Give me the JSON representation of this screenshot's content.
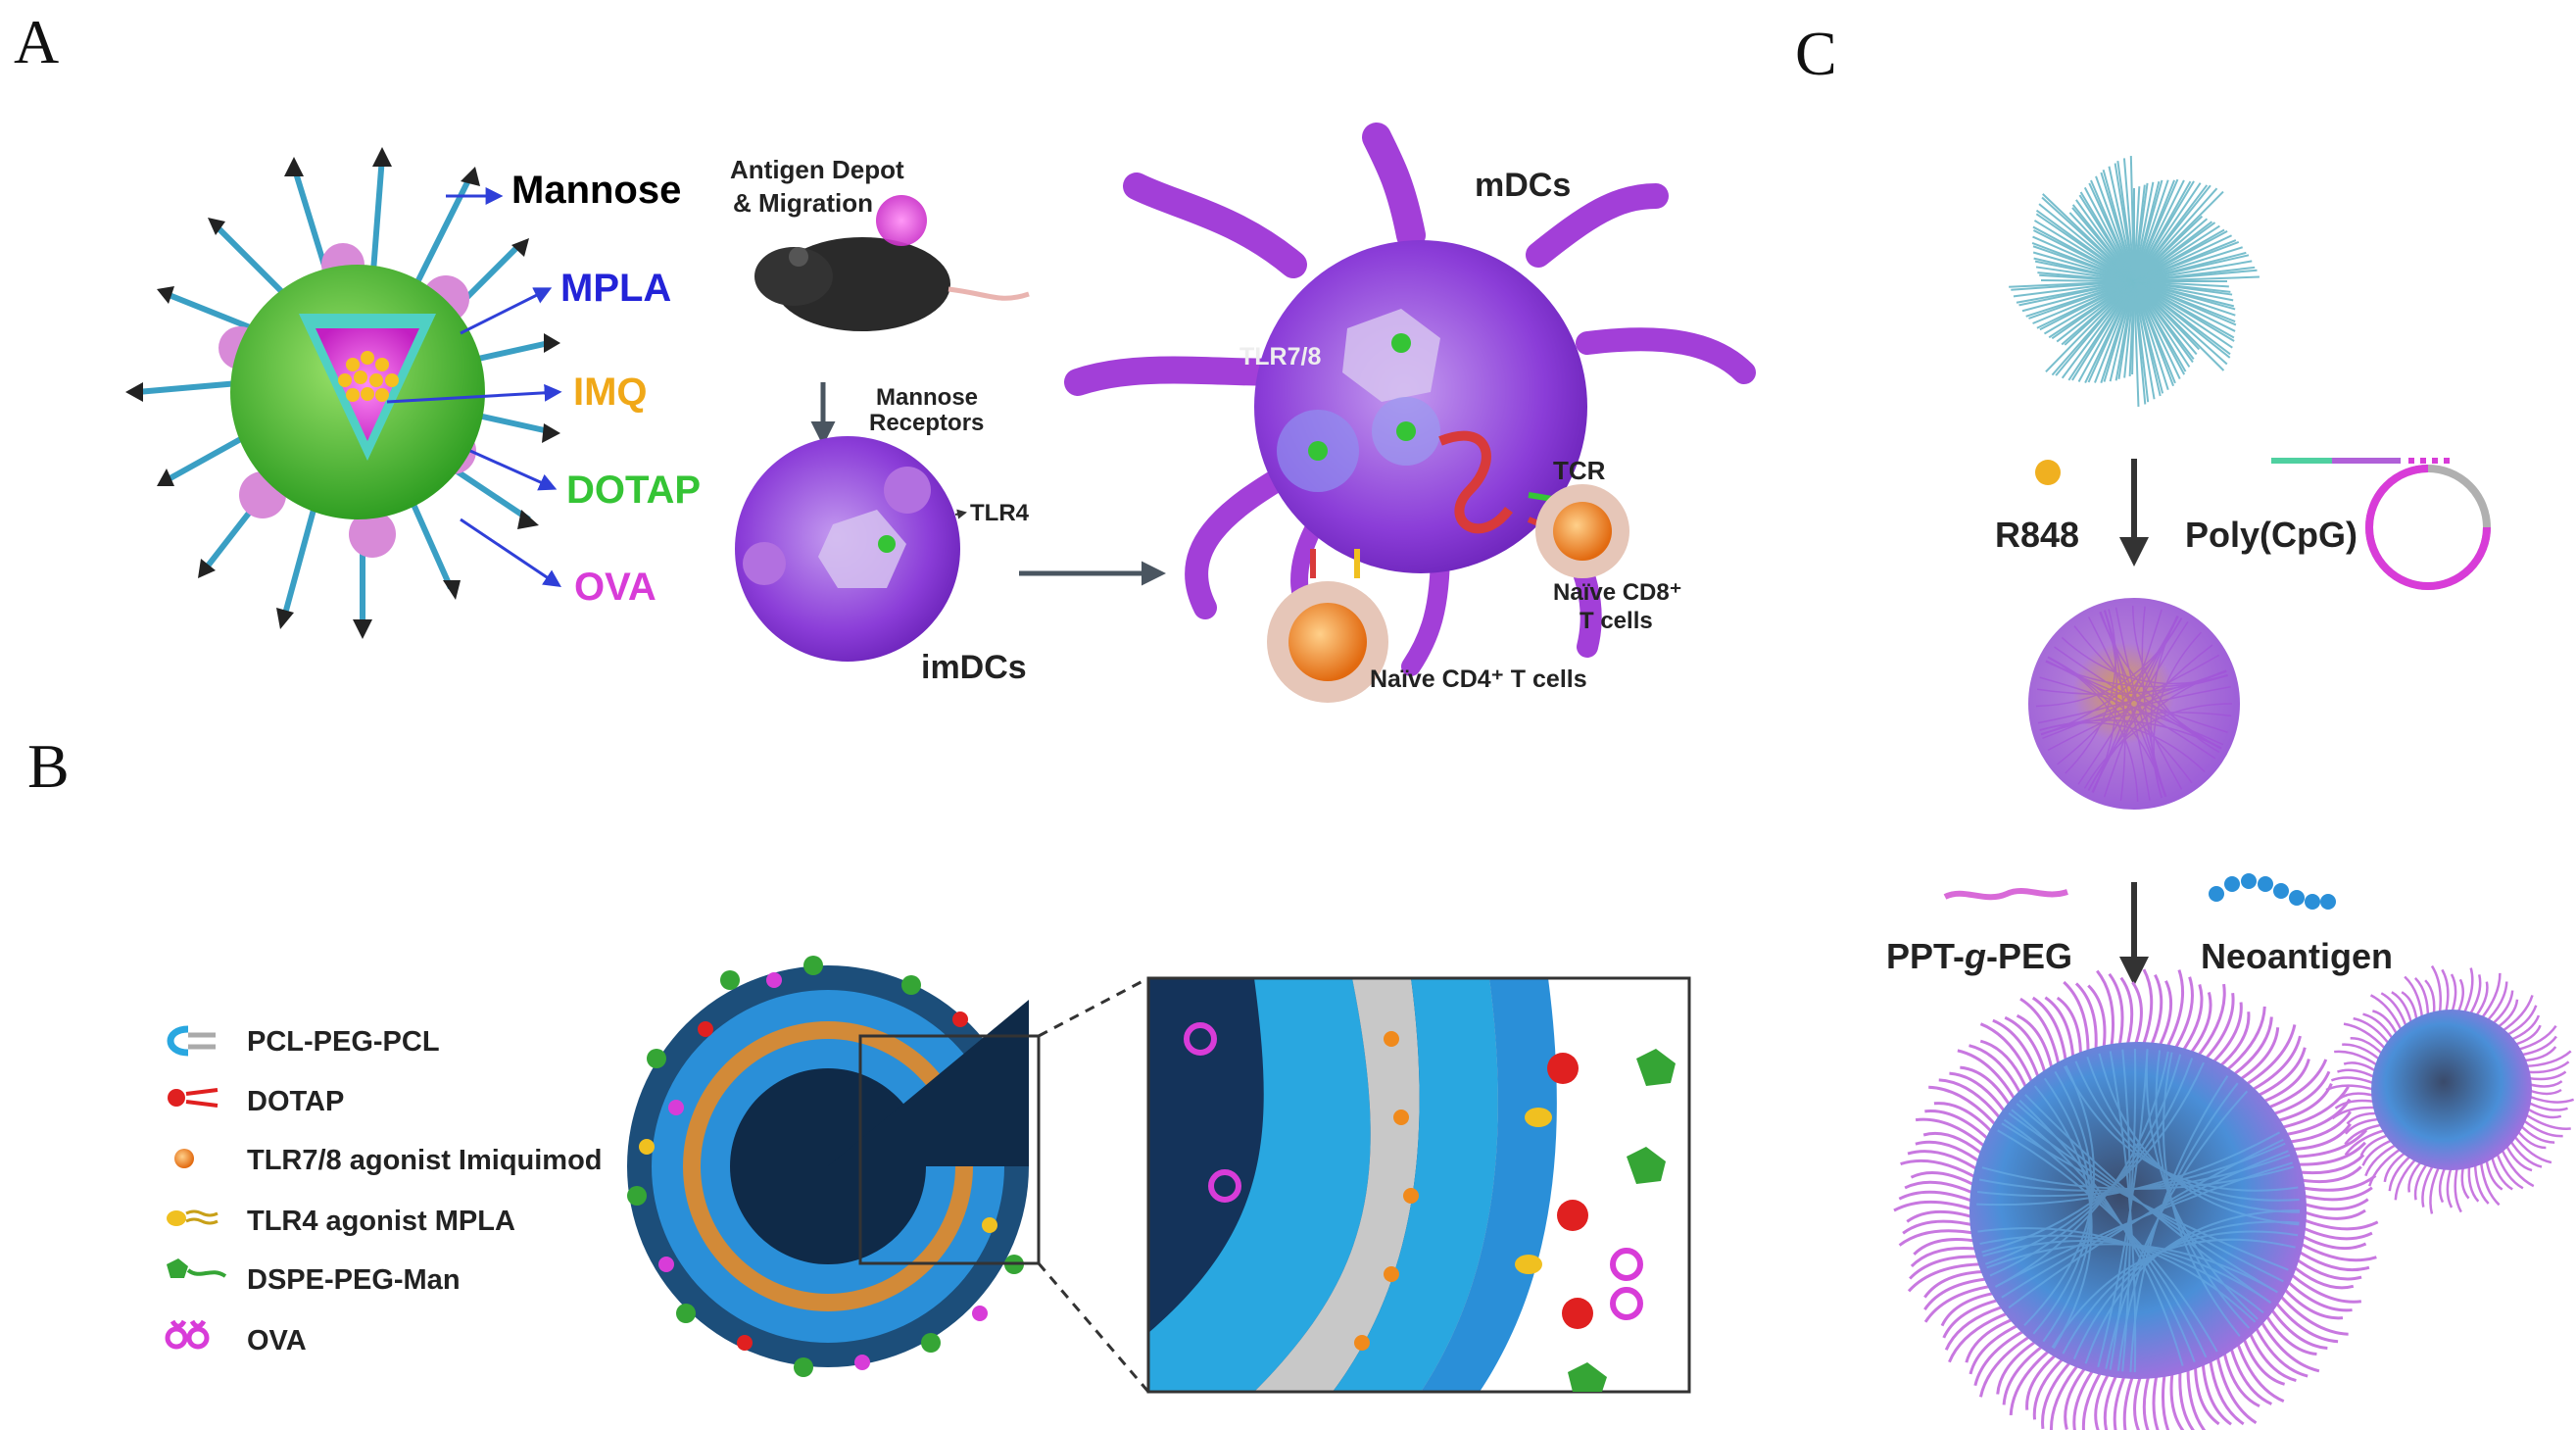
{
  "panels": {
    "a": "A",
    "b": "B",
    "c": "C"
  },
  "panel_a": {
    "particle_labels": [
      {
        "text": "Mannose",
        "color": "#111111"
      },
      {
        "text": "MPLA",
        "color": "#2323d8"
      },
      {
        "text": "IMQ",
        "color": "#f0a818"
      },
      {
        "text": "DOTAP",
        "color": "#35c435"
      },
      {
        "text": "OVA",
        "color": "#d83cd8"
      }
    ],
    "depot_line1": "Antigen Depot",
    "depot_line2": "& Migration",
    "mannose_receptors_line1": "Mannose",
    "mannose_receptors_line2": "Receptors",
    "tlr4": "TLR4",
    "imdcs": "imDCs",
    "mdcs": "mDCs",
    "tlr78": "TLR7/8",
    "tcr": "TCR",
    "cd8_line1": "Naïve CD8⁺",
    "cd8_line2": "T cells",
    "cd4": "Naïve CD4⁺ T cells"
  },
  "panel_b": {
    "legend": [
      {
        "label": "PCL-PEG-PCL",
        "icon": "pcl-peg-pcl-icon"
      },
      {
        "label": "DOTAP",
        "icon": "dotap-icon"
      },
      {
        "label": "TLR7/8 agonist Imiquimod",
        "icon": "imiquimod-icon"
      },
      {
        "label": "TLR4 agonist MPLA",
        "icon": "mpla-icon"
      },
      {
        "label": "DSPE-PEG-Man",
        "icon": "dspe-peg-man-icon"
      },
      {
        "label": "OVA",
        "icon": "ova-icon"
      }
    ]
  },
  "panel_c": {
    "r848": "R848",
    "polycpg": "Poly(CpG)",
    "ppt_prefix": "PPT-",
    "ppt_g": "g",
    "ppt_suffix": "-PEG",
    "neoantigen": "Neoantigen"
  },
  "colors": {
    "arrow_blue": "#2f3fd8",
    "nanoparticle_green": "#3fbf2a",
    "dc_purple": "#a23fd8",
    "pink": "#d83cd8",
    "orange": "#f08a1c",
    "cyan": "#29a7e0"
  }
}
